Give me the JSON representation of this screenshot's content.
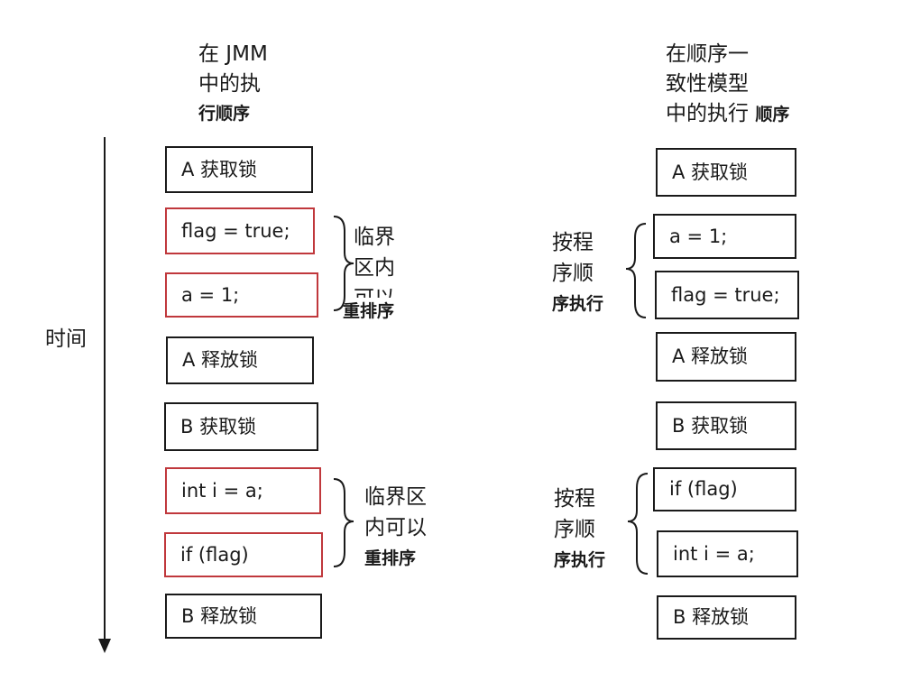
{
  "left": {
    "header": {
      "line1": "在 JMM",
      "line2": "中的执",
      "line3": "行顺序"
    },
    "time_label": "时间",
    "boxes": [
      "A 获取锁",
      "flag = true;",
      "a = 1;",
      "A 释放锁",
      "B 获取锁",
      "int i = a;",
      "if (flag)",
      "B 释放锁"
    ],
    "note1": {
      "line1": "临界",
      "line2": "区内",
      "line3": "可以",
      "line4": "重排序"
    },
    "note2": {
      "line1": "临界区",
      "line2": "内可以",
      "line3": "重排序"
    }
  },
  "right": {
    "header": {
      "line1": "在顺序一",
      "line2": "致性模型",
      "line3": "中的执行",
      "line3b": "顺序"
    },
    "boxes": [
      "A 获取锁",
      "a = 1;",
      "flag = true;",
      "A 释放锁",
      "B 获取锁",
      "if (flag)",
      "int i = a;",
      "B 释放锁"
    ],
    "note1": {
      "line1": "按程",
      "line2": "序顺",
      "line3": "序执行"
    },
    "note2": {
      "line1": "按程",
      "line2": "序顺",
      "line3": "序执行"
    }
  },
  "colors": {
    "black_border": "#1a1a1a",
    "red_border": "#c0383c"
  }
}
